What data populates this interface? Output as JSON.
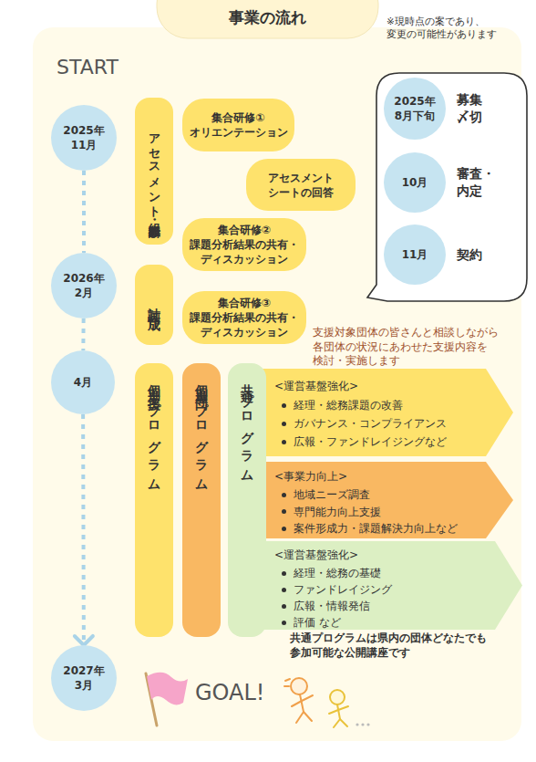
{
  "diagram": {
    "title": "事業の流れ",
    "nodes": [
      {
        "text": [
          "2025年 11月"
        ]
      },
      {
        "text": [
          "アセスメント・組織診断"
        ]
      },
      {
        "text": [
          "集合研修①",
          "オリエンテーション"
        ]
      },
      {
        "text": [
          "アセスメント シートの回答"
        ]
      },
      {
        "text": [
          "集合研修②",
          "課題分析結果の共有・ ディスカッション"
        ]
      },
      {
        "text": [
          "2026年 2月"
        ]
      },
      {
        "text": [
          "計画作成"
        ]
      },
      {
        "text": [
          "集合研修③",
          "課題分析結果の共有・ ディスカッション"
        ]
      },
      {
        "text": [
          "2025年 8月下旬",
          "募集 〆切"
        ]
      },
      {
        "text": [
          "10月",
          "審査・ 内定"
        ]
      },
      {
        "text": [
          "11月",
          "契約"
        ]
      },
      {
        "text": [
          "4月"
        ]
      },
      {
        "text": [
          "個別支援プログラム"
        ]
      },
      {
        "text": [
          "個別専門プログラム"
        ]
      },
      {
        "text": [
          "共通プログラム"
        ]
      },
      {
        "text": [
          "<運営基盤強化>",
          "経理・総務課題の改善",
          "ガバナンス・コンプライアンス",
          "広報・ファンドレイジングなど"
        ]
      },
      {
        "text": [
          "<事業力向上>",
          "地域ニーズ調査",
          "専門能力向上支援",
          "案件形成力・課題解決力向上など"
        ]
      },
      {
        "text": [
          "<運営基盤強化>",
          "経理・総務の基礎",
          "ファンドレイジング",
          "広報・情報発信",
          "評価 など"
        ]
      },
      {
        "text": [
          "2027年 3月"
        ]
      }
    ],
    "edges": [
      {
        "from": 0,
        "to": 5,
        "arrow": "none"
      },
      {
        "from": 5,
        "to": 11,
        "arrow": "none"
      },
      {
        "from": 11,
        "to": 18,
        "arrow": "to"
      }
    ],
    "labels": [
      "※現時点の案であり、 変更の可能性があります",
      "START",
      "支援対象団体の皆さんと相談しながら 各団体の状況にあわせた支援内容を 検討・実施します",
      "共通プログラムは県内の団体どなたでも 参加可能な公開講座です",
      "GOAL!"
    ]
  }
}
